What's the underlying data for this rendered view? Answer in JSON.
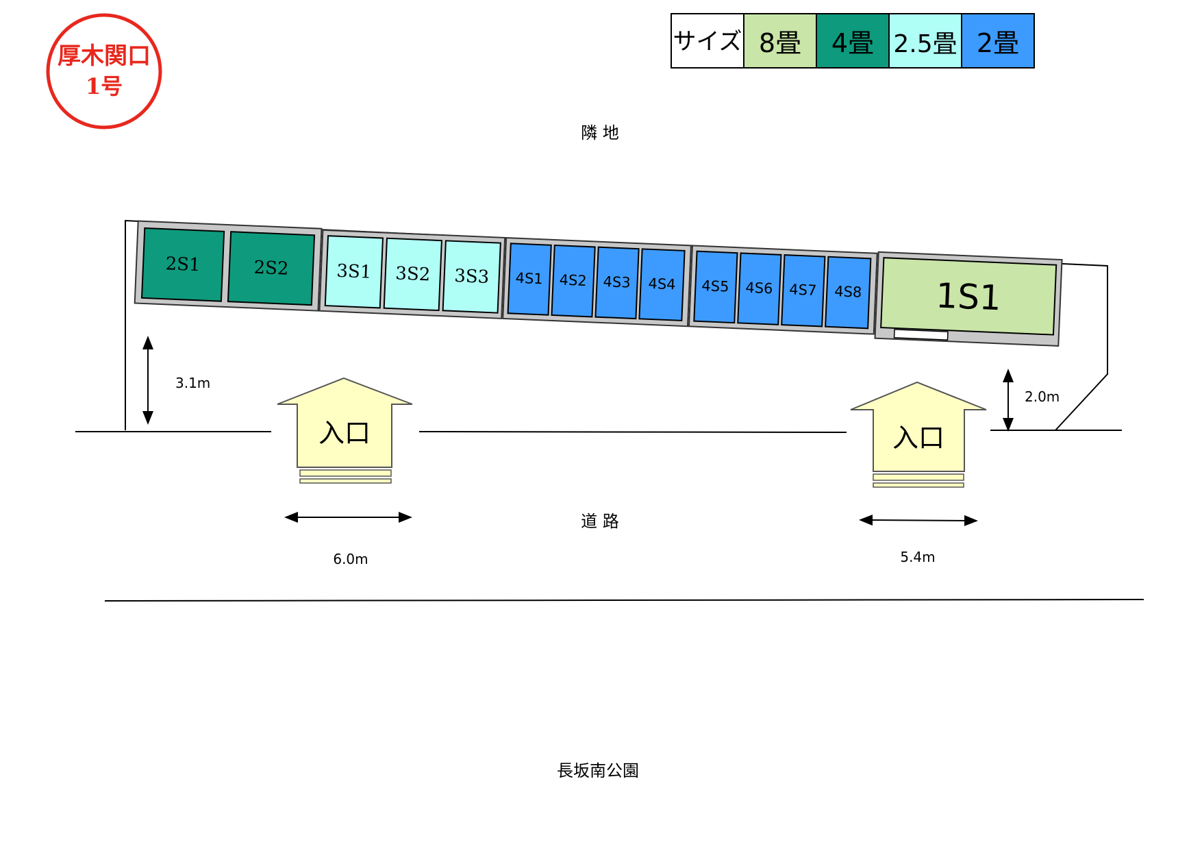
{
  "site_badge": {
    "line1": "厚木関口",
    "line2": "1号",
    "color": "#e8281e"
  },
  "legend": {
    "header": "サイズ",
    "items": [
      {
        "label": "8畳",
        "color": "#c9e5a8"
      },
      {
        "label": "4畳",
        "color": "#0e9a7d"
      },
      {
        "label": "2.5畳",
        "color": "#b0fff7"
      },
      {
        "label": "2畳",
        "color": "#3d9bff"
      }
    ]
  },
  "labels": {
    "neighbor_land": "隣 地",
    "road": "道 路",
    "park": "長坂南公園"
  },
  "entrances": [
    {
      "label": "入口",
      "width": "6.0m"
    },
    {
      "label": "入口",
      "width": "5.4m"
    }
  ],
  "setbacks": {
    "left": "3.1m",
    "right": "2.0m"
  },
  "units": {
    "four_jo": [
      "2S1",
      "2S2"
    ],
    "two_five_jo": [
      "3S1",
      "3S2",
      "3S3"
    ],
    "two_jo": [
      "4S1",
      "4S2",
      "4S3",
      "4S4",
      "4S5",
      "4S6",
      "4S7",
      "4S8"
    ],
    "eight_jo": [
      "1S1"
    ]
  }
}
